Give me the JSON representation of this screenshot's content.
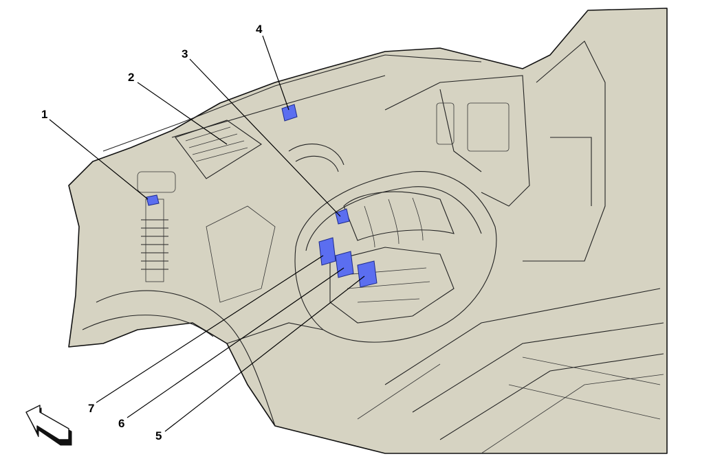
{
  "colors": {
    "body": "#d6d3c2",
    "highlight": "#5b6ef0",
    "outline": "#111111"
  },
  "icons": {
    "direction_arrow": "direction-arrow-icon"
  },
  "callouts": [
    {
      "label": "1"
    },
    {
      "label": "2"
    },
    {
      "label": "3"
    },
    {
      "label": "4"
    },
    {
      "label": "5"
    },
    {
      "label": "6"
    },
    {
      "label": "7"
    }
  ]
}
